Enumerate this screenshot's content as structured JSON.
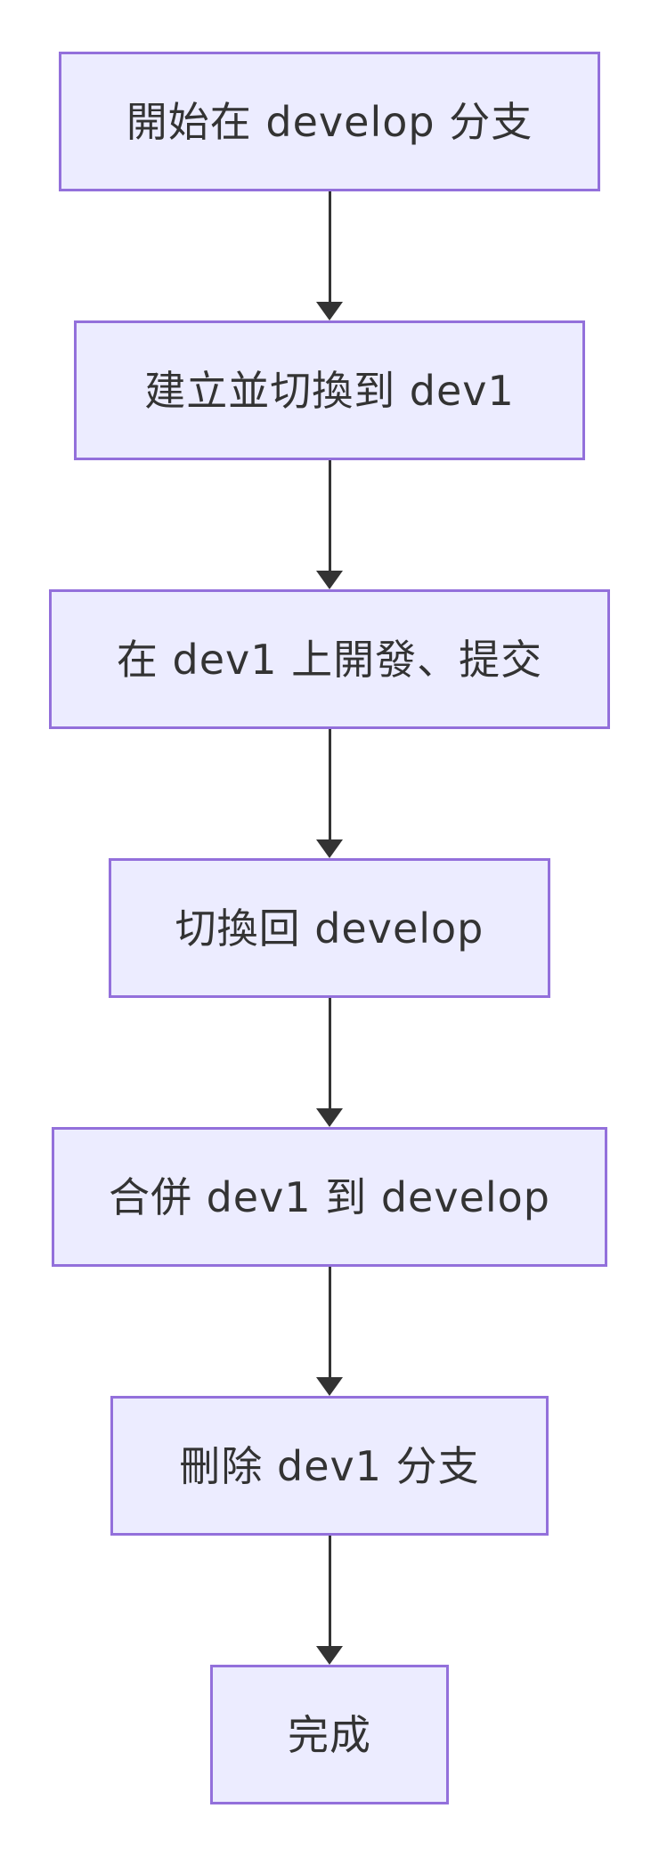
{
  "diagram": {
    "type": "flowchart",
    "direction": "top-down",
    "nodes": [
      {
        "label": "開始在 develop 分支"
      },
      {
        "label": "建立並切換到 dev1"
      },
      {
        "label": "在 dev1 上開發、提交"
      },
      {
        "label": "切換回 develop"
      },
      {
        "label": "合併 dev1 到 develop"
      },
      {
        "label": "刪除 dev1 分支"
      },
      {
        "label": "完成"
      }
    ],
    "edges": [
      {
        "from": 0,
        "to": 1
      },
      {
        "from": 1,
        "to": 2
      },
      {
        "from": 2,
        "to": 3
      },
      {
        "from": 3,
        "to": 4
      },
      {
        "from": 4,
        "to": 5
      },
      {
        "from": 5,
        "to": 6
      }
    ],
    "colors": {
      "background": "#FFFFFF",
      "node_fill": "#ECECFF",
      "node_border": "#9370DB",
      "text": "#333333",
      "arrow": "#333333"
    }
  }
}
